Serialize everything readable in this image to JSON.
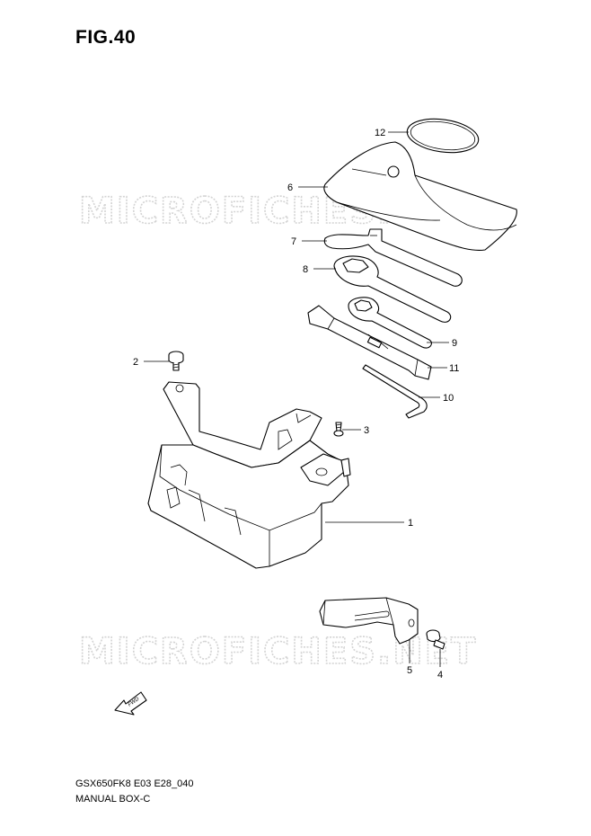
{
  "figure": {
    "title": "FIG.40",
    "model_code": "GSX650FK8 E03 E28_040",
    "section_name": "MANUAL BOX-C"
  },
  "watermark": {
    "text": "MICROFICHES.NET"
  },
  "fwd_marker": {
    "label": "FWD"
  },
  "callouts": [
    {
      "id": "12",
      "label": "12"
    },
    {
      "id": "6",
      "label": "6"
    },
    {
      "id": "7",
      "label": "7"
    },
    {
      "id": "8",
      "label": "8"
    },
    {
      "id": "9",
      "label": "9"
    },
    {
      "id": "11",
      "label": "11"
    },
    {
      "id": "10",
      "label": "10"
    },
    {
      "id": "2",
      "label": "2"
    },
    {
      "id": "3",
      "label": "3"
    },
    {
      "id": "1",
      "label": "1"
    },
    {
      "id": "5",
      "label": "5"
    },
    {
      "id": "4",
      "label": "4"
    }
  ],
  "colors": {
    "line": "#000000",
    "watermark": "#d4d4d4",
    "background": "#ffffff"
  }
}
